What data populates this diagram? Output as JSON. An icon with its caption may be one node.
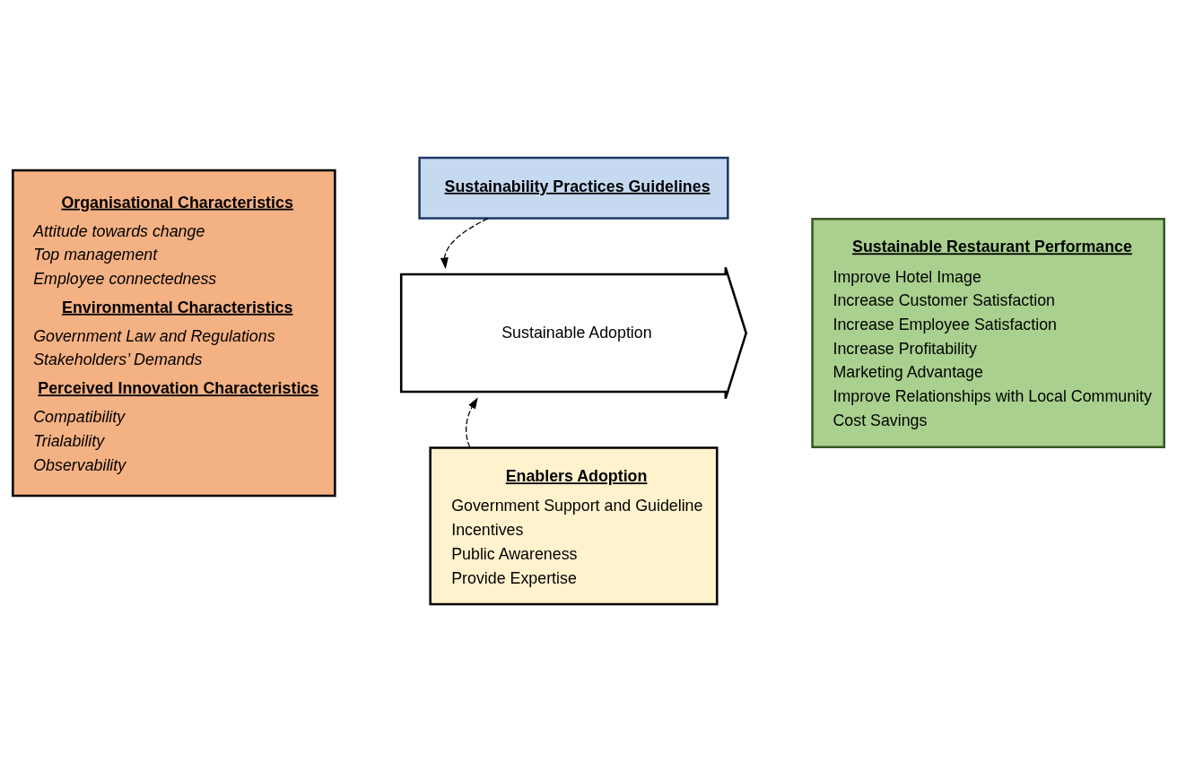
{
  "diagram": {
    "nodes": [
      {
        "text": [
          "Organisational Characteristics",
          "Attitude towards change",
          "Top management",
          "Employee connectedness",
          "Environmental Characteristics",
          "Government Law and Regulations",
          "Stakeholders’ Demands",
          "Perceived Innovation Characteristics",
          "Compatibility",
          "Trialability",
          "Observability"
        ]
      },
      {
        "text": [
          "Sustainability Practices Guidelines"
        ]
      },
      {
        "text": [
          "Sustainable Adoption"
        ]
      },
      {
        "text": [
          "Sustainable Restaurant Performance",
          "Improve Hotel Image",
          "Increase Customer Satisfaction",
          "Increase Employee Satisfaction",
          "Increase Profitability",
          "Marketing Advantage",
          "Improve Relationships with Local Community",
          "Cost Savings"
        ]
      },
      {
        "text": [
          "Enablers Adoption",
          "Government Support and Guideline",
          "Incentives",
          "Public Awareness",
          "Provide Expertise"
        ]
      }
    ],
    "edges": [
      {
        "from": 1,
        "to": 2,
        "arrow": "to",
        "style": "dashed"
      },
      {
        "from": 4,
        "to": 2,
        "arrow": "to",
        "style": "dashed"
      }
    ]
  }
}
